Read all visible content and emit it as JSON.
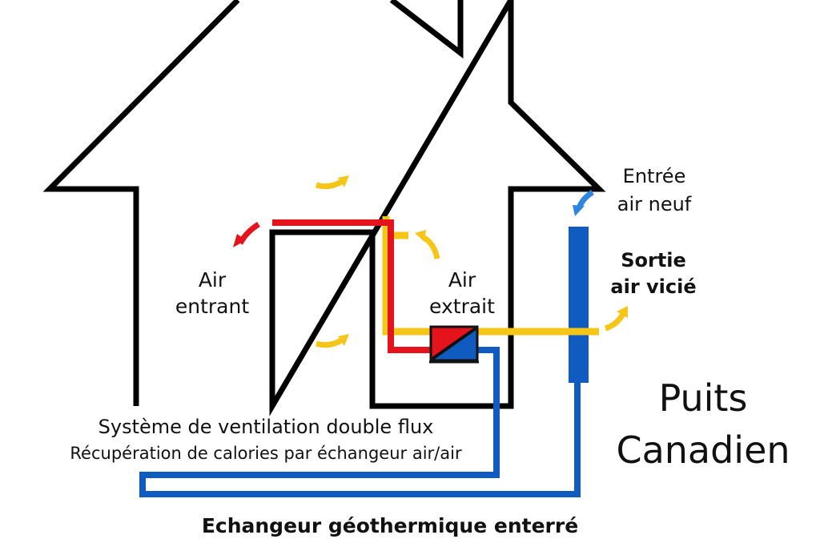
{
  "labels": {
    "air_entrant_line1": "Air",
    "air_entrant_line2": "entrant",
    "air_extrait_line1": "Air",
    "air_extrait_line2": "extrait",
    "entree_line1": "Entrée",
    "entree_line2": "air neuf",
    "sortie_line1": "Sortie",
    "sortie_line2": "air vicié",
    "puits_line1": "Puits",
    "puits_line2": "Canadien",
    "system_title": "Système de ventilation double flux",
    "system_subtitle": "Récupération de calories par échangeur air/air",
    "bottom_label": "Echangeur géothermique enterré"
  },
  "colors": {
    "outline": "#000000",
    "warm_supply": "#e5131b",
    "exhaust": "#f5c518",
    "fresh_air": "#0f5bbf",
    "arrow_blue": "#2e86de"
  }
}
